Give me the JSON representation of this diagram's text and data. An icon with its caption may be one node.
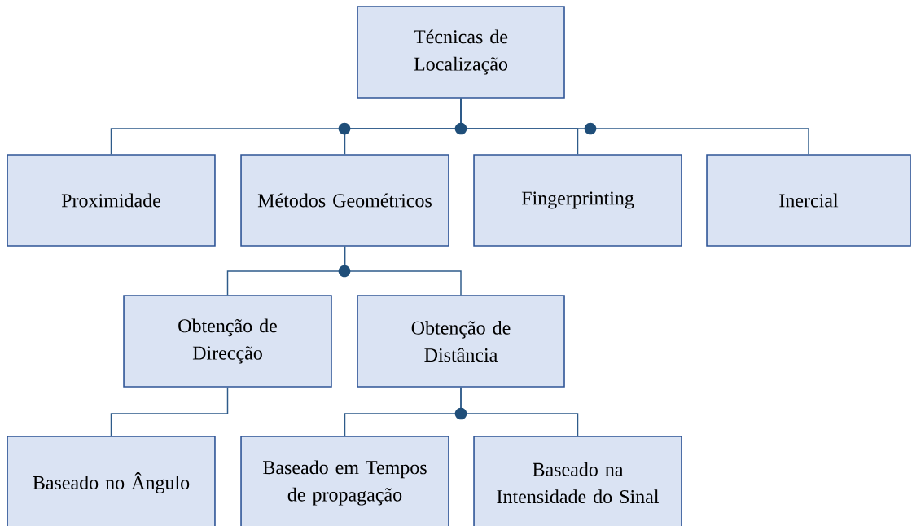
{
  "diagram": {
    "nodes": [
      {
        "text": [
          "Técnicas de Localização"
        ]
      },
      {
        "text": [
          "Proximidade"
        ]
      },
      {
        "text": [
          "Métodos Geométricos"
        ]
      },
      {
        "text": [
          "Fingerprinting"
        ]
      },
      {
        "text": [
          "Inercial"
        ]
      },
      {
        "text": [
          "Obtenção de Direcção"
        ]
      },
      {
        "text": [
          "Obtenção de Distância"
        ]
      },
      {
        "text": [
          "Baseado no Ângulo"
        ]
      },
      {
        "text": [
          "Baseado em Tempos de propagação"
        ]
      },
      {
        "text": [
          "Baseado na Intensidade do Sinal"
        ]
      }
    ],
    "edges": [
      {
        "from": 0,
        "to": 1,
        "arrow": "none"
      },
      {
        "from": 0,
        "to": 2,
        "arrow": "none"
      },
      {
        "from": 0,
        "to": 3,
        "arrow": "none"
      },
      {
        "from": 0,
        "to": 4,
        "arrow": "none"
      },
      {
        "from": 2,
        "to": 5,
        "arrow": "none"
      },
      {
        "from": 2,
        "to": 6,
        "arrow": "none"
      },
      {
        "from": 5,
        "to": 7,
        "arrow": "none"
      },
      {
        "from": 6,
        "to": 8,
        "arrow": "none"
      },
      {
        "from": 6,
        "to": 9,
        "arrow": "none"
      }
    ]
  }
}
